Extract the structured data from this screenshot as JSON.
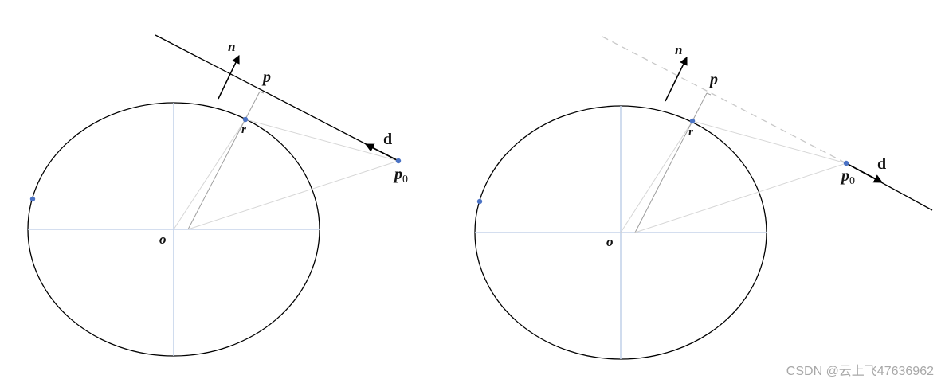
{
  "left_diagram": {
    "labels": {
      "n": "n",
      "p": "p",
      "r": "r",
      "d": "d",
      "p0_base": "p",
      "p0_sub": "0",
      "o": "o"
    }
  },
  "right_diagram": {
    "labels": {
      "n": "n",
      "p": "p",
      "r": "r",
      "d": "d",
      "p0_base": "p",
      "p0_sub": "0",
      "o": "o"
    }
  },
  "colors": {
    "ellipse": "#000000",
    "axis": "#c5d3ea",
    "point": "#4a72c4",
    "construction": "#cfcfcf",
    "dashed": "#c8c8c8"
  },
  "watermark": "CSDN @云上飞47636962"
}
